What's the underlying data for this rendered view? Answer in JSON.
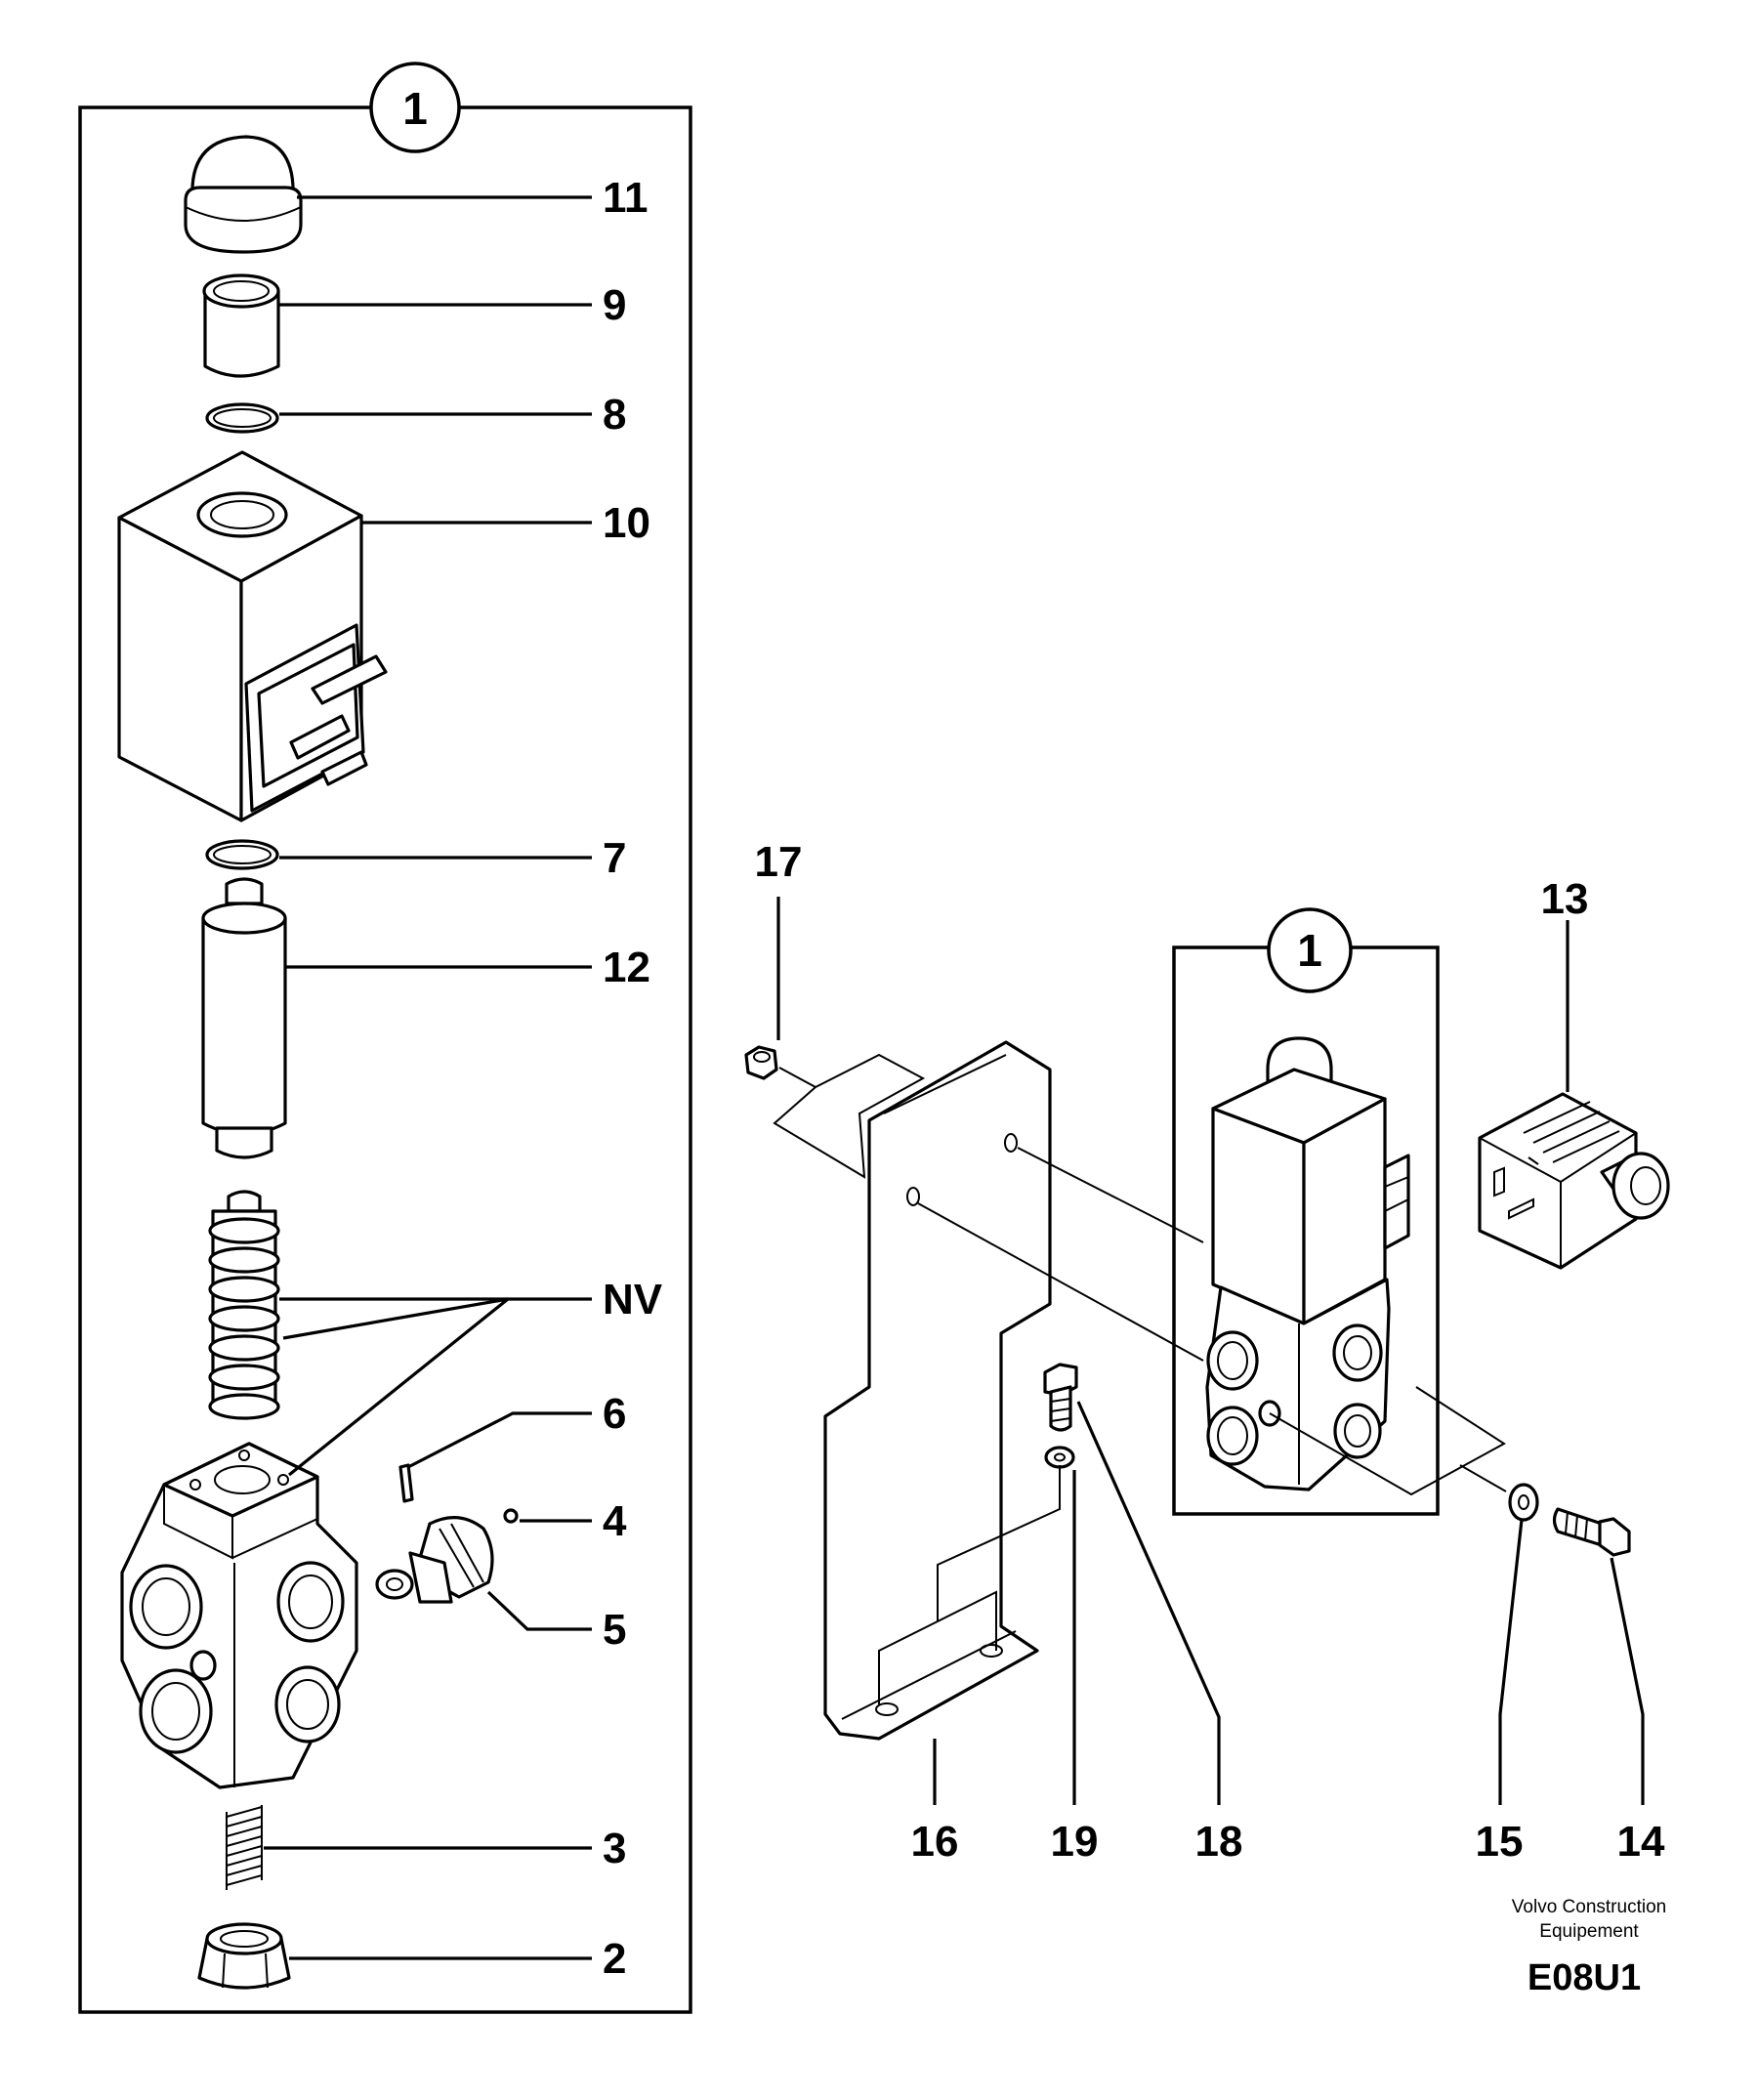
{
  "diagram": {
    "assembly_ref": "1",
    "callouts": {
      "c11": "11",
      "c9": "9",
      "c8": "8",
      "c10": "10",
      "c7": "7",
      "c12": "12",
      "cNV": "NV",
      "c6": "6",
      "c4": "4",
      "c5": "5",
      "c3": "3",
      "c2": "2",
      "c17": "17",
      "c13": "13",
      "c16": "16",
      "c19": "19",
      "c18": "18",
      "c15": "15",
      "c14": "14"
    },
    "brand_line1": "Volvo Construction",
    "brand_line2": "Equipement",
    "drawing_code": "E08U1"
  }
}
